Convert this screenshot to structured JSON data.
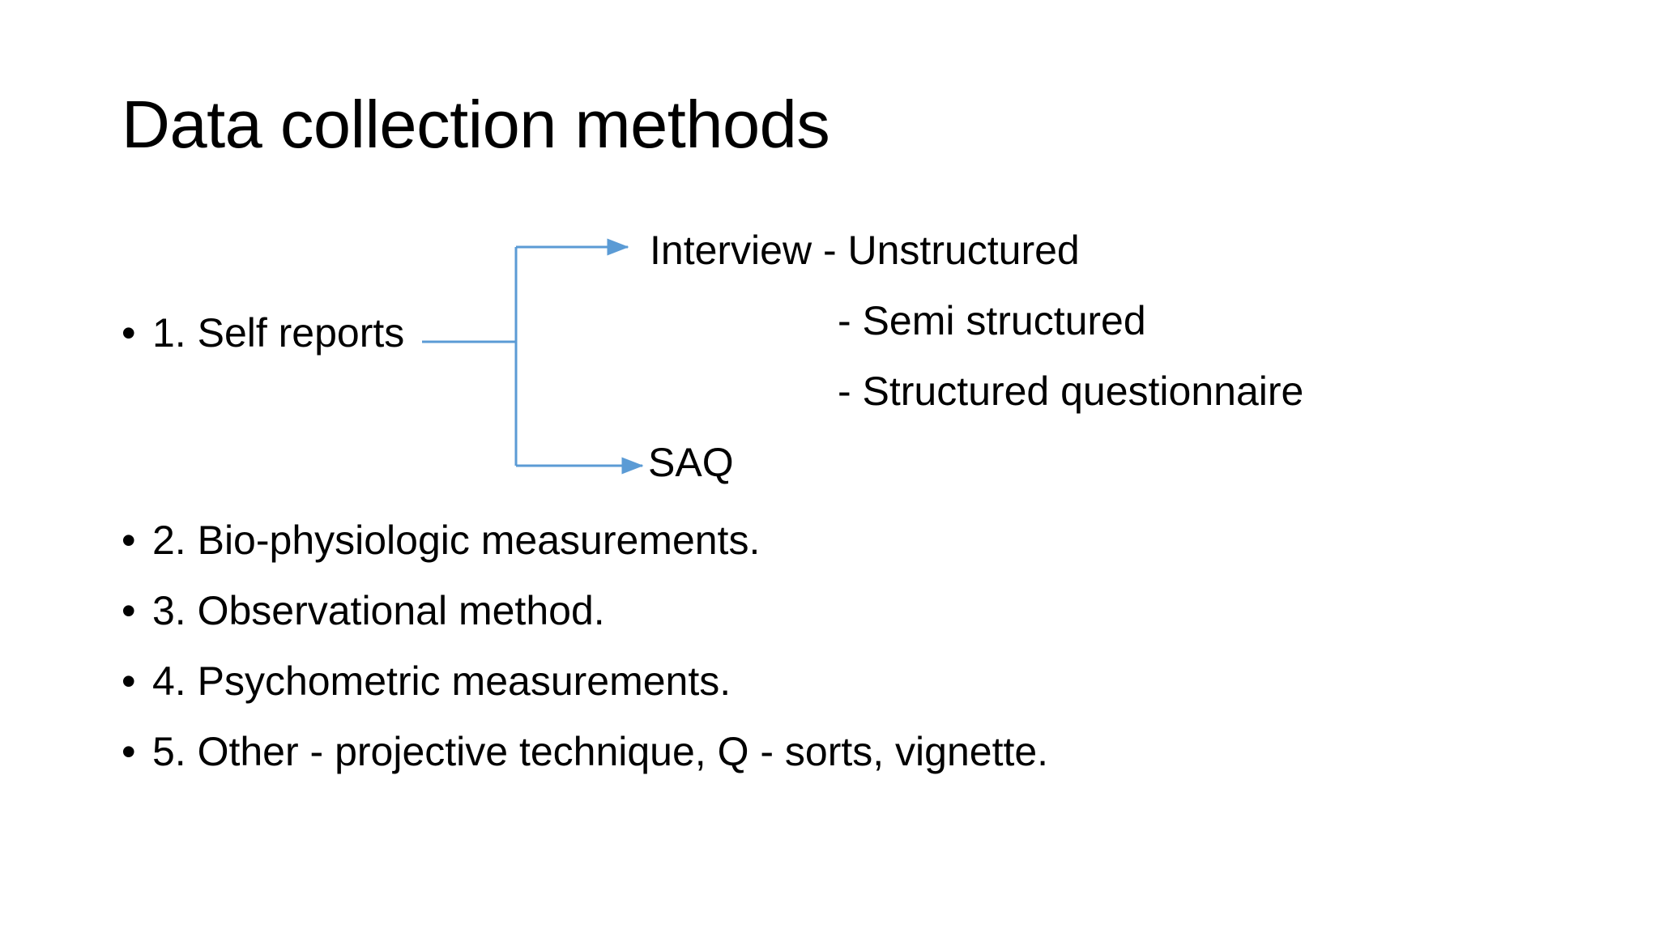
{
  "slide": {
    "title": "Data collection methods",
    "background_color": "#FFFFFF",
    "text_color": "#000000",
    "connector_color": "#5B9BD5",
    "bullet_glyph": "•"
  },
  "bullets": [
    {
      "id": "bullet-1",
      "marker": "•",
      "text": "1. Self reports"
    },
    {
      "id": "bullet-2",
      "marker": "•",
      "text": "2. Bio-physiologic measurements."
    },
    {
      "id": "bullet-3",
      "marker": "•",
      "text": "3. Observational method."
    },
    {
      "id": "bullet-4",
      "marker": "•",
      "text": "4. Psychometric measurements."
    },
    {
      "id": "bullet-5",
      "marker": "•",
      "text": "5. Other - projective technique, Q - sorts, vignette."
    }
  ],
  "diagram": {
    "source_label": "1. Self reports",
    "branches": [
      {
        "id": "interview",
        "label": "Interview - Unstructured",
        "has_arrow": true
      },
      {
        "id": "semi",
        "label": "- Semi structured",
        "has_arrow": false
      },
      {
        "id": "structured",
        "label": "- Structured questionnaire",
        "has_arrow": false
      },
      {
        "id": "saq",
        "label": "SAQ",
        "has_arrow": true
      }
    ]
  }
}
